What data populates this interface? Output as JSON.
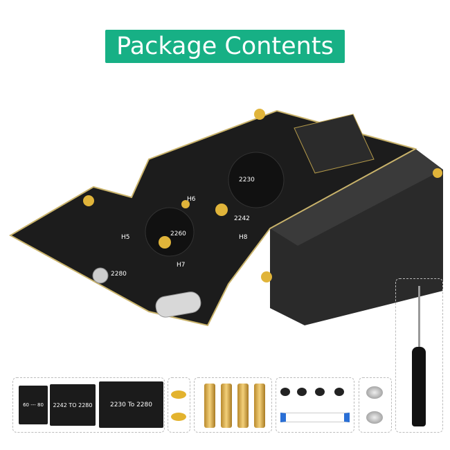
{
  "banner": {
    "title": "Package Contents",
    "color": "#17b085"
  },
  "board": {
    "labels": [
      "2230",
      "2242",
      "2260",
      "2280",
      "H5",
      "H6",
      "H7",
      "H8"
    ]
  },
  "accessories": {
    "plates": [
      "60 --- 80",
      "2242 TO 2280",
      "2230 To 2280"
    ],
    "items": [
      "magnet-pads",
      "brass-standoffs",
      "screws",
      "ffc-cable",
      "large-screws",
      "screwdriver"
    ]
  }
}
